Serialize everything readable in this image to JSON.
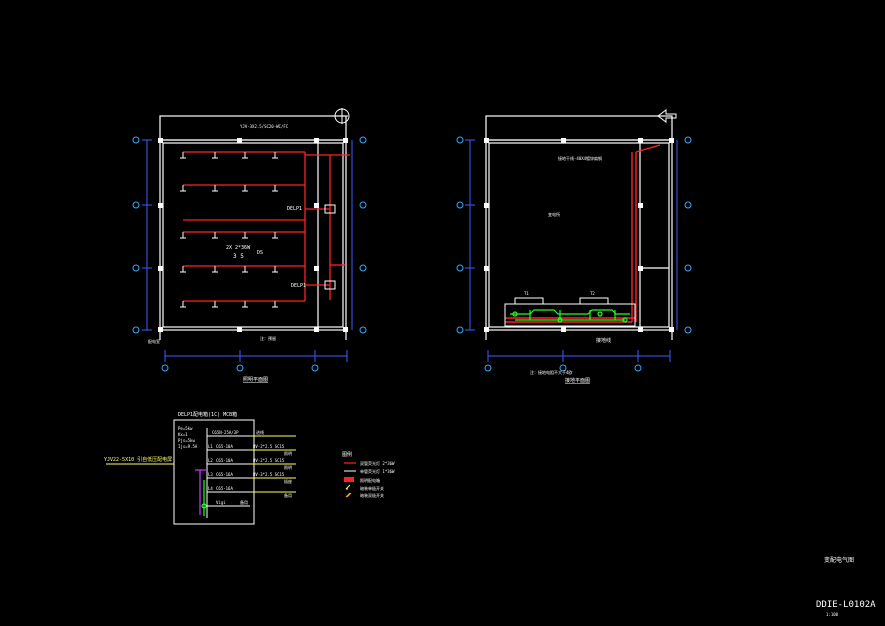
{
  "colors": {
    "background": "#000000",
    "wall": "#ffffff",
    "dimension": "#3b5bff",
    "axis": "#33aaff",
    "power_line": "#ff2222",
    "ground": "#22ff22",
    "text": "#ffffff",
    "annotation": "#ffff66"
  },
  "left_plan": {
    "title": "照明平面图",
    "label_circuit": "2X 2*36W",
    "label_fixture": "3 5",
    "label_rating": "DS",
    "label_panel1": "DELP1",
    "label_panel2": "DELP1",
    "note_top": "YJV-3X2.5/SC20-WC/FC",
    "corner_label": "配电室",
    "bottom_note": "注：预留"
  },
  "right_plan": {
    "title": "接地平面图",
    "note_top": "接地干线-40X4镀锌扁钢",
    "room_label": "变电所",
    "equip1": "T1",
    "equip2": "T2",
    "bottom_label": "接地线",
    "bottom_note": "注：接地电阻不大于4欧"
  },
  "panel_schedule": {
    "title": "DELP1配电箱(1C)  MCB箱",
    "incoming": "YJV22-5X10 引自低压配电屏",
    "info_lines": [
      "Pe=5kw",
      "Kx=1",
      "Pjs=5kw",
      "Ijs=9.5A"
    ],
    "rows": [
      {
        "breaker": "C65N-25A/3P",
        "circuit": "",
        "desc": "",
        "note": "进线"
      },
      {
        "breaker": "C65-10A",
        "circuit": "L1",
        "desc": "BV-2*2.5 SC15",
        "note": "照明"
      },
      {
        "breaker": "C65-10A",
        "circuit": "L2",
        "desc": "BV-2*2.5 SC15",
        "note": "照明"
      },
      {
        "breaker": "C65-16A",
        "circuit": "L3",
        "desc": "BV-3*2.5 SC15",
        "note": "插座"
      },
      {
        "breaker": "C65-16A",
        "circuit": "L4",
        "desc": "",
        "note": "备用"
      },
      {
        "breaker": "Vigi",
        "circuit": "",
        "desc": "",
        "note": "备用"
      }
    ]
  },
  "legend": {
    "title": "图例",
    "items": [
      "双管荧光灯 2*36W",
      "单管荧光灯 1*36W",
      "照明配电箱",
      "暗装单极开关",
      "暗装双极开关"
    ]
  },
  "drawing_title": "变配电气图",
  "drawing_number": "DDIE-L0102A",
  "scale": "1:100"
}
